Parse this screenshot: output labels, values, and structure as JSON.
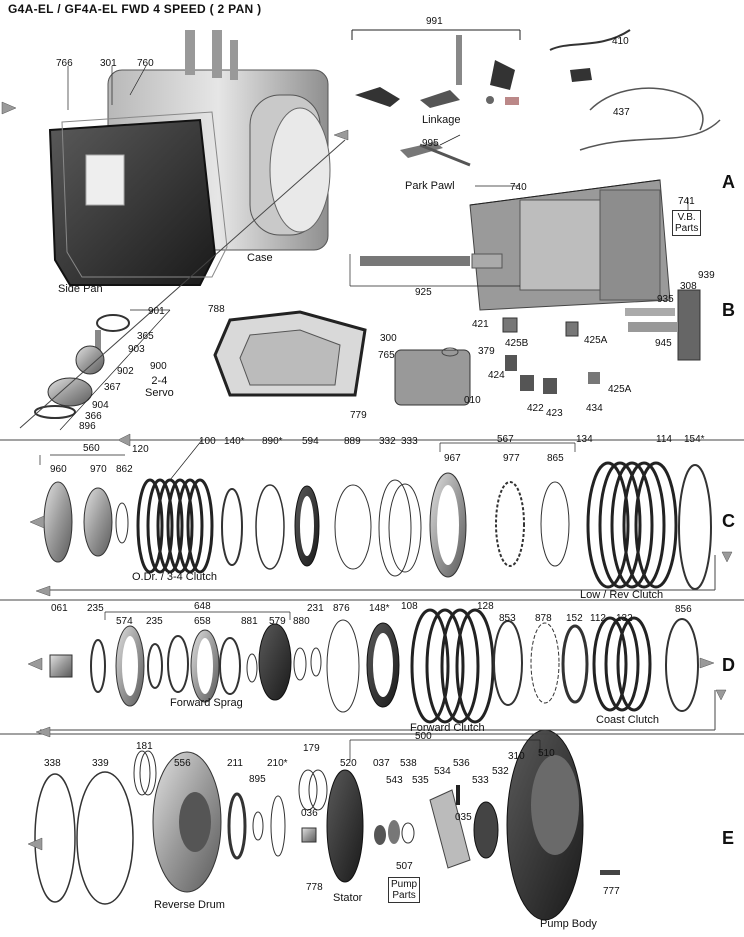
{
  "title": "G4A-EL / GF4A-EL     FWD 4 SPEED ( 2 PAN )",
  "sections": {
    "a": "A",
    "b": "B",
    "c": "C",
    "d": "D",
    "e": "E"
  },
  "captions": {
    "side_pan": "Side Pan",
    "case": "Case",
    "linkage": "Linkage",
    "park_pawl": "Park Pawl",
    "servo": "2-4\nServo",
    "odr_clutch": "O.Dr. / 3-4 Clutch",
    "low_rev_clutch": "Low / Rev Clutch",
    "forward_sprag": "Forward  Sprag",
    "forward_clutch": "Forward  Clutch",
    "coast_clutch": "Coast Clutch",
    "reverse_drum": "Reverse Drum",
    "stator": "Stator",
    "pump_body": "Pump Body"
  },
  "boxes": {
    "vb_parts": "V.B.\nParts",
    "pump_parts": "Pump\nParts"
  },
  "labels": {
    "l766": "766",
    "l301": "301",
    "l760": "760",
    "l991": "991",
    "l410": "410",
    "l437": "437",
    "l995": "995",
    "l740": "740",
    "l741": "741",
    "l939": "939",
    "l308": "308",
    "l925": "925",
    "l935": "935",
    "l945": "945",
    "l901": "901",
    "l788": "788",
    "l365": "365",
    "l903": "903",
    "l900": "900",
    "l902": "902",
    "l367": "367",
    "l904": "904",
    "l366": "366",
    "l896": "896",
    "l300": "300",
    "l765": "765",
    "l379": "379",
    "l010": "010",
    "l779": "779",
    "l421": "421",
    "l425b": "425B",
    "l425a1": "425A",
    "l425a2": "425A",
    "l424": "424",
    "l422": "422",
    "l423": "423",
    "l434": "434",
    "l560": "560",
    "l120": "120",
    "l960": "960",
    "l970": "970",
    "l862": "862",
    "l100": "100",
    "l140": "140*",
    "l890": "890*",
    "l594": "594",
    "l889": "889",
    "l332": "332",
    "l333": "333",
    "l567": "567",
    "l967": "967",
    "l977": "977",
    "l865": "865",
    "l134": "134",
    "l114": "114",
    "l154": "154*",
    "l061": "061",
    "l235a": "235",
    "l648": "648",
    "l574": "574",
    "l235b": "235",
    "l658": "658",
    "l881": "881",
    "l579": "579",
    "l880": "880",
    "l231": "231",
    "l876": "876",
    "l148": "148*",
    "l108": "108",
    "l128": "128",
    "l853": "853",
    "l878": "878",
    "l152": "152",
    "l112": "112",
    "l132": "132",
    "l856": "856",
    "l500": "500",
    "l338": "338",
    "l339": "339",
    "l181": "181",
    "l556": "556",
    "l211": "211",
    "l895": "895",
    "l210": "210*",
    "l179": "179",
    "l520": "520",
    "l037": "037",
    "l543": "543",
    "l538": "538",
    "l535": "535",
    "l534": "534",
    "l536": "536",
    "l533": "533",
    "l532": "532",
    "l310": "310",
    "l510": "510",
    "l036": "036",
    "l035": "035",
    "l778": "778",
    "l507": "507",
    "l777": "777"
  },
  "colors": {
    "line": "#222222",
    "metal": "#8a8a8a",
    "dark": "#2a2a2a",
    "light": "#cfcfcf",
    "arrow": "#9a9a9a"
  }
}
